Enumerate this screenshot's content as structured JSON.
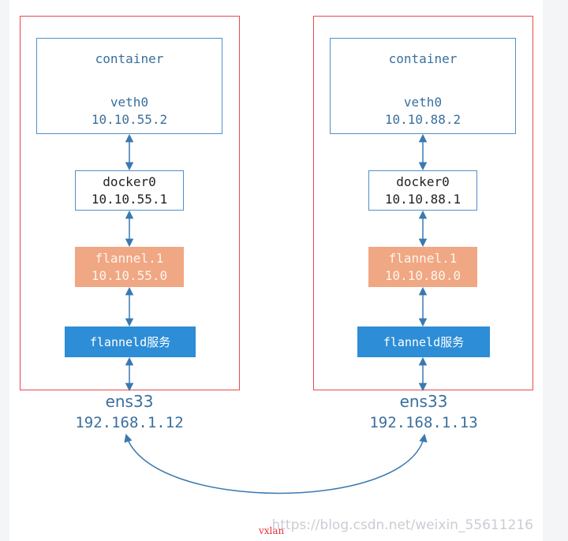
{
  "hosts": [
    {
      "container": {
        "title": "container",
        "veth": "veth0",
        "veth_ip": "10.10.55.2"
      },
      "docker": {
        "name": "docker0",
        "ip": "10.10.55.1"
      },
      "flannel": {
        "name": "flannel.1",
        "ip": "10.10.55.0"
      },
      "service": {
        "label": "flanneld服务"
      },
      "nic": {
        "name": "ens33",
        "ip": "192.168.1.12"
      }
    },
    {
      "container": {
        "title": "container",
        "veth": "veth0",
        "veth_ip": "10.10.88.2"
      },
      "docker": {
        "name": "docker0",
        "ip": "10.10.88.1"
      },
      "flannel": {
        "name": "flannel.1",
        "ip": "10.10.80.0"
      },
      "service": {
        "label": "flanneld服务"
      },
      "nic": {
        "name": "ens33",
        "ip": "192.168.1.13"
      }
    }
  ],
  "tunnel": {
    "label": "vxlan"
  },
  "watermark": "https://blog.csdn.net/weixin_55611216",
  "colors": {
    "host_border": "#e84a4f",
    "box_border": "#4f8fc9",
    "flannel_fill": "#f0a783",
    "service_fill": "#2d8dd6",
    "arrow": "#3a79b0"
  }
}
